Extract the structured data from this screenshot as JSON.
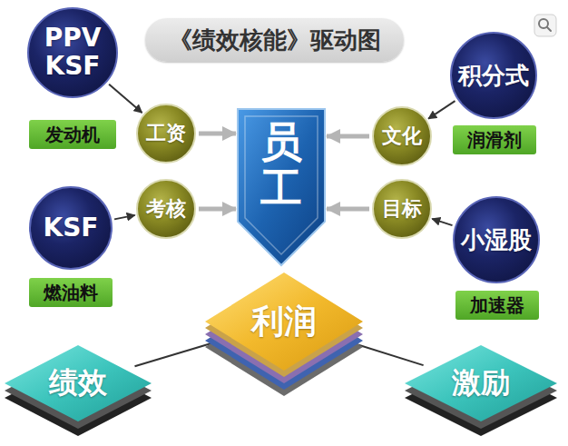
{
  "diagram": {
    "title": "《绩效核能》驱动图",
    "nodes": [
      {
        "text": [
          "PPV KSF"
        ]
      },
      {
        "text": [
          "发动机"
        ]
      },
      {
        "text": [
          "积分式"
        ]
      },
      {
        "text": [
          "润滑剂"
        ]
      },
      {
        "text": [
          "工资"
        ]
      },
      {
        "text": [
          "员工"
        ]
      },
      {
        "text": [
          "文化"
        ]
      },
      {
        "text": [
          "考核"
        ]
      },
      {
        "text": [
          "目标"
        ]
      },
      {
        "text": [
          "KSF"
        ]
      },
      {
        "text": [
          "燃油料"
        ]
      },
      {
        "text": [
          "小湿股"
        ]
      },
      {
        "text": [
          "加速器"
        ]
      },
      {
        "text": [
          "利润"
        ]
      },
      {
        "text": [
          "绩效"
        ]
      },
      {
        "text": [
          "激励"
        ]
      }
    ],
    "edges": [
      {
        "from": 0,
        "to": 4,
        "arrow": "to"
      },
      {
        "from": 9,
        "to": 7,
        "arrow": "to"
      },
      {
        "from": 2,
        "to": 6,
        "arrow": "to"
      },
      {
        "from": 11,
        "to": 8,
        "arrow": "to"
      },
      {
        "from": 4,
        "to": 5,
        "arrow": "to"
      },
      {
        "from": 7,
        "to": 5,
        "arrow": "to"
      },
      {
        "from": 6,
        "to": 5,
        "arrow": "to"
      },
      {
        "from": 8,
        "to": 5,
        "arrow": "to"
      },
      {
        "from": 14,
        "to": 13,
        "arrow": "to"
      },
      {
        "from": 15,
        "to": 13,
        "arrow": "to"
      }
    ]
  }
}
